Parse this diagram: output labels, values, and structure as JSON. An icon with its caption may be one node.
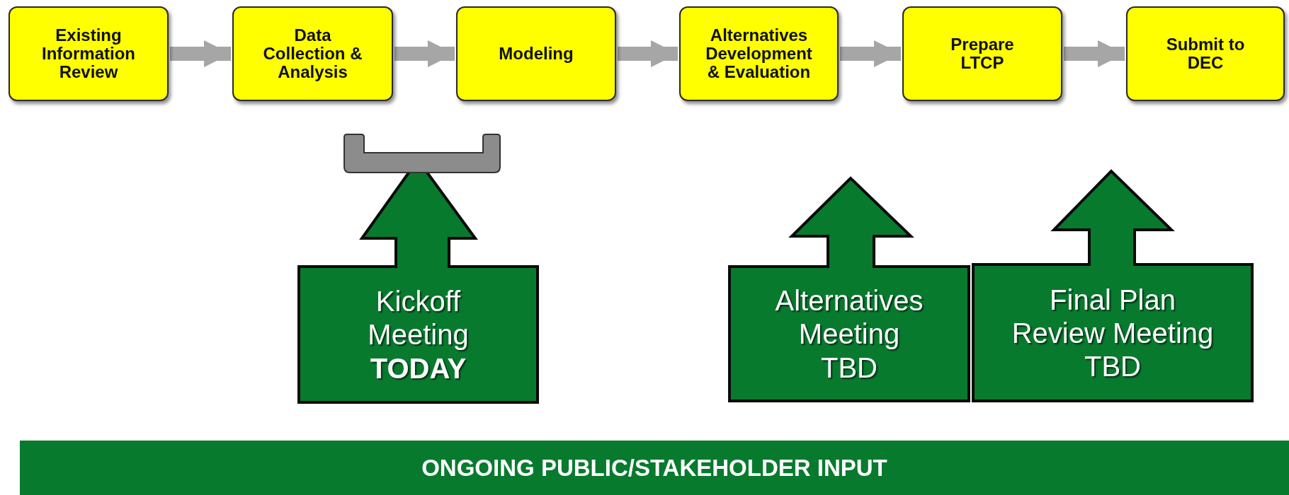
{
  "diagram": {
    "nodes": [
      {
        "text": [
          "Existing Information Review"
        ]
      },
      {
        "text": [
          "Data Collection & Analysis"
        ]
      },
      {
        "text": [
          "Modeling"
        ]
      },
      {
        "text": [
          "Alternatives Development & Evaluation"
        ]
      },
      {
        "text": [
          "Prepare LTCP"
        ]
      },
      {
        "text": [
          "Submit to DEC"
        ]
      },
      {
        "text": [
          "Kickoff Meeting",
          "TODAY"
        ]
      },
      {
        "text": [
          "Alternatives Meeting",
          "TBD"
        ]
      },
      {
        "text": [
          "Final Plan Review Meeting",
          "TBD"
        ]
      },
      {
        "text": [
          "ONGOING PUBLIC/STAKEHOLDER INPUT"
        ]
      },
      {
        "text": [],
        "shape": "bar"
      }
    ],
    "edges": [
      {
        "from": 0,
        "to": 1,
        "arrow": "to"
      },
      {
        "from": 1,
        "to": 2,
        "arrow": "to"
      },
      {
        "from": 2,
        "to": 3,
        "arrow": "to"
      },
      {
        "from": 3,
        "to": 4,
        "arrow": "to"
      },
      {
        "from": 4,
        "to": 5,
        "arrow": "to"
      }
    ]
  }
}
